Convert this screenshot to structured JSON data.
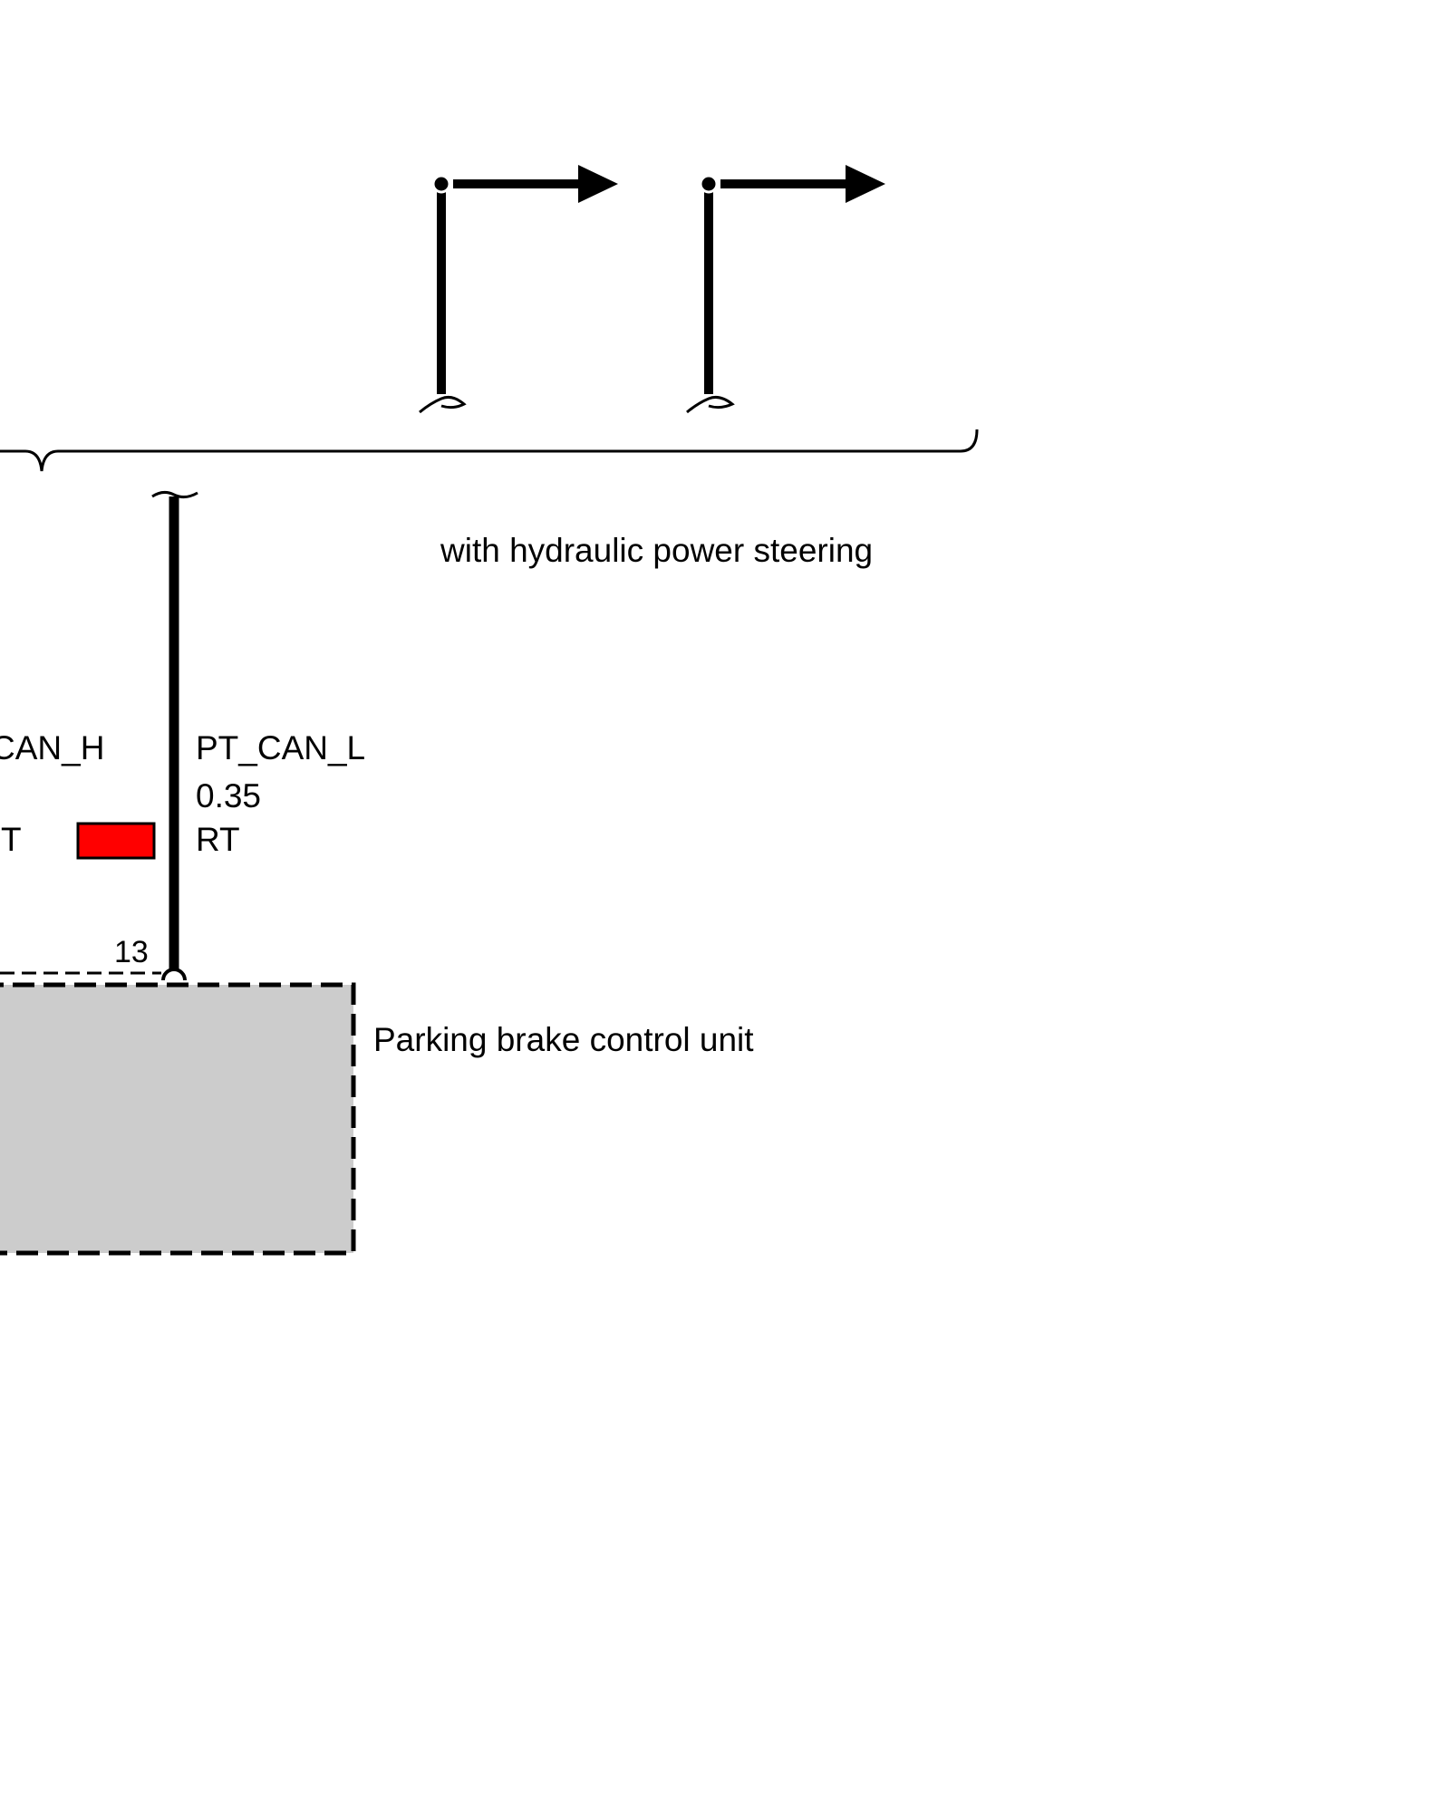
{
  "diagram": {
    "note": "with hydraulic power steering",
    "component_label": "Parking brake control unit",
    "wire_left": {
      "signal": "CAN_H",
      "color_code": "RT"
    },
    "wire_right": {
      "signal": "PT_CAN_L",
      "cross_section": "0.35",
      "color_code": "RT"
    },
    "pin_number": "13",
    "colors": {
      "line": "#000000",
      "wire_color_swatch": "#ff0000",
      "component_fill": "#cccccc"
    }
  }
}
